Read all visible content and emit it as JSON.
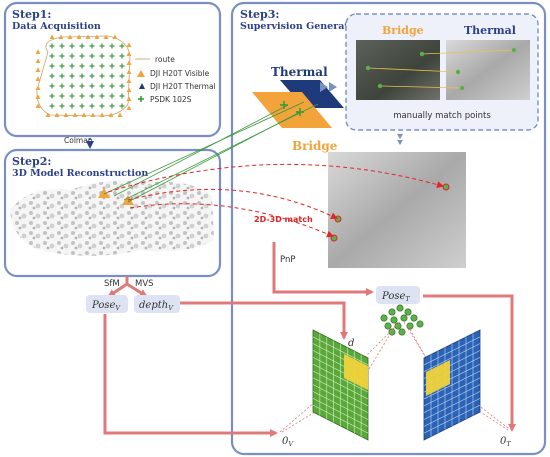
{
  "step1": {
    "title": "Step1:",
    "subtitle": "Data Acquisition",
    "legend": [
      {
        "label": "route",
        "icon": "route-line-icon"
      },
      {
        "label": "DJI H20T Visible",
        "icon": "orange-triangle-icon",
        "color": "#f2a33a"
      },
      {
        "label": "DJI H20T Thermal",
        "icon": "navy-triangle-icon",
        "color": "#1f3a7a"
      },
      {
        "label": "PSDK 102S",
        "icon": "green-cross-icon",
        "color": "#3d9a3d"
      }
    ]
  },
  "colmap_label": "Colmap",
  "step2": {
    "title": "Step2:",
    "subtitle": "3D Model Reconstruction"
  },
  "sfm_label": "SfM",
  "mvs_label": "MVS",
  "pose_v": {
    "base": "Pose",
    "sub": "V"
  },
  "depth_v": {
    "base": "depth",
    "sub": "V"
  },
  "step3": {
    "title": "Step3:",
    "subtitle": "Supervision Generation"
  },
  "thermal_label": "Thermal",
  "bridge_label": "Bridge",
  "match_panel": {
    "bridge_label": "Bridge",
    "thermal_label": "Thermal",
    "caption": "manually match points"
  },
  "match_2d3d_label": "2D-3D match",
  "pnp_label": "PnP",
  "pose_t": {
    "base": "Pose",
    "sub": "T"
  },
  "d_label": "d",
  "origin_v": {
    "base": "0",
    "sub": "V"
  },
  "origin_t": {
    "base": "0",
    "sub": "T"
  },
  "colors": {
    "frame_blue": "#7a8fc2",
    "title_blue": "#2b3f8c",
    "arrow_red": "#e07a7a",
    "dashed_red": "#e02525",
    "green_grid": "#5aa83a",
    "blue_grid": "#2a63b5",
    "yellow_cell": "#f0d23a",
    "orange": "#f2a33a",
    "navy": "#1f3a7a"
  }
}
